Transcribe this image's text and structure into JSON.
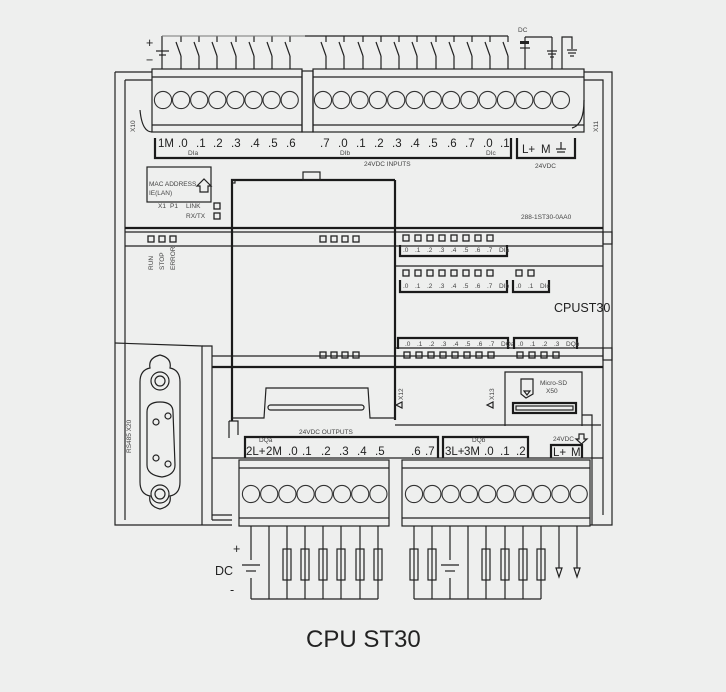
{
  "title": "CPU ST30",
  "inputs": {
    "power_symbol": {
      "plus": "+",
      "minus": "−"
    },
    "dc_label": "DC",
    "terminal_labels": [
      "1M",
      ".0",
      ".1",
      ".2",
      ".3",
      ".4",
      ".5",
      ".6",
      ".7",
      ".0",
      ".1",
      ".2",
      ".3",
      ".4",
      ".5",
      ".6",
      ".7",
      ".0",
      ".1"
    ],
    "group_labels": [
      "DIa",
      "DIb",
      "DIc"
    ],
    "header": "24VDC INPUTS",
    "connector_left": "X10",
    "connector_right": "X11",
    "power_terminals": [
      "L+",
      "M"
    ],
    "power_caption": "24VDC"
  },
  "ethernet": {
    "mac_label": "MAC ADDRESS",
    "ie_label": "IE(LAN)",
    "port_labels": [
      "X1",
      "P1"
    ],
    "link_label": "LINK",
    "rxtx_label": "RX/TX"
  },
  "part_number": "288-1ST30-0AA0",
  "model_label": "CPUST30",
  "status_leds": [
    "RUN",
    "STOP",
    "ERROR"
  ],
  "input_led_groups": [
    {
      "channels": [
        ".0",
        ".1",
        ".2",
        ".3",
        ".4",
        ".5",
        ".6",
        ".7"
      ],
      "name": "DIa"
    },
    {
      "channels": [
        ".0",
        ".1",
        ".2",
        ".3",
        ".4",
        ".5",
        ".6",
        ".7"
      ],
      "name": "DIb"
    },
    {
      "channels": [
        ".0",
        ".1"
      ],
      "name": "DIc"
    }
  ],
  "output_led_groups": [
    {
      "channels": [
        ".0",
        ".1",
        ".2",
        ".3",
        ".4",
        ".5",
        ".6",
        ".7"
      ],
      "name": "DQa"
    },
    {
      "channels": [
        ".0",
        ".1",
        ".2",
        ".3"
      ],
      "name": "DQb"
    }
  ],
  "rs485": {
    "label": "RS485 X20"
  },
  "connectors": {
    "x12": "X12",
    "x13": "X13"
  },
  "microsd": {
    "label": "Micro-SD",
    "port": "X50"
  },
  "outputs": {
    "header": "24VDC   OUTPUTS",
    "group_a": "DQa",
    "group_b": "DQb",
    "terminals_a": [
      "2L+",
      "2M",
      ".0",
      ".1",
      ".2",
      ".3",
      ".4",
      ".5",
      ".6",
      ".7"
    ],
    "terminals_b": [
      "3L+",
      "3M",
      ".0",
      ".1",
      ".2"
    ],
    "power_caption": "24VDC",
    "power_terminals": [
      "L+",
      "M"
    ]
  },
  "output_wiring": {
    "plus": "+",
    "dc_label": "DC",
    "minus": "-"
  }
}
